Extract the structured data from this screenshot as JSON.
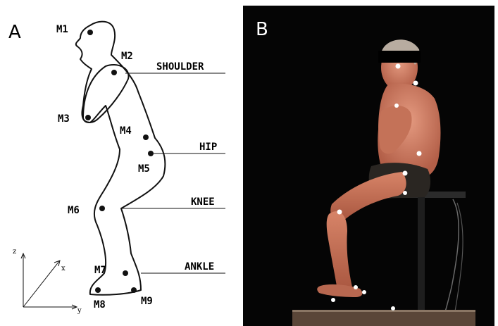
{
  "panel_a": {
    "letter": "A",
    "markers": [
      "M1",
      "M2",
      "M3",
      "M4",
      "M5",
      "M6",
      "M7",
      "M8",
      "M9"
    ],
    "joints": [
      "SHOULDER",
      "HIP",
      "KNEE",
      "ANKLE"
    ],
    "axes": {
      "z": "z",
      "x": "x",
      "y": "y"
    }
  },
  "panel_b": {
    "letter": "B"
  },
  "colors": {
    "line": "#111111",
    "photo_background": "#050505",
    "marker_reflective": "#ffffff"
  }
}
